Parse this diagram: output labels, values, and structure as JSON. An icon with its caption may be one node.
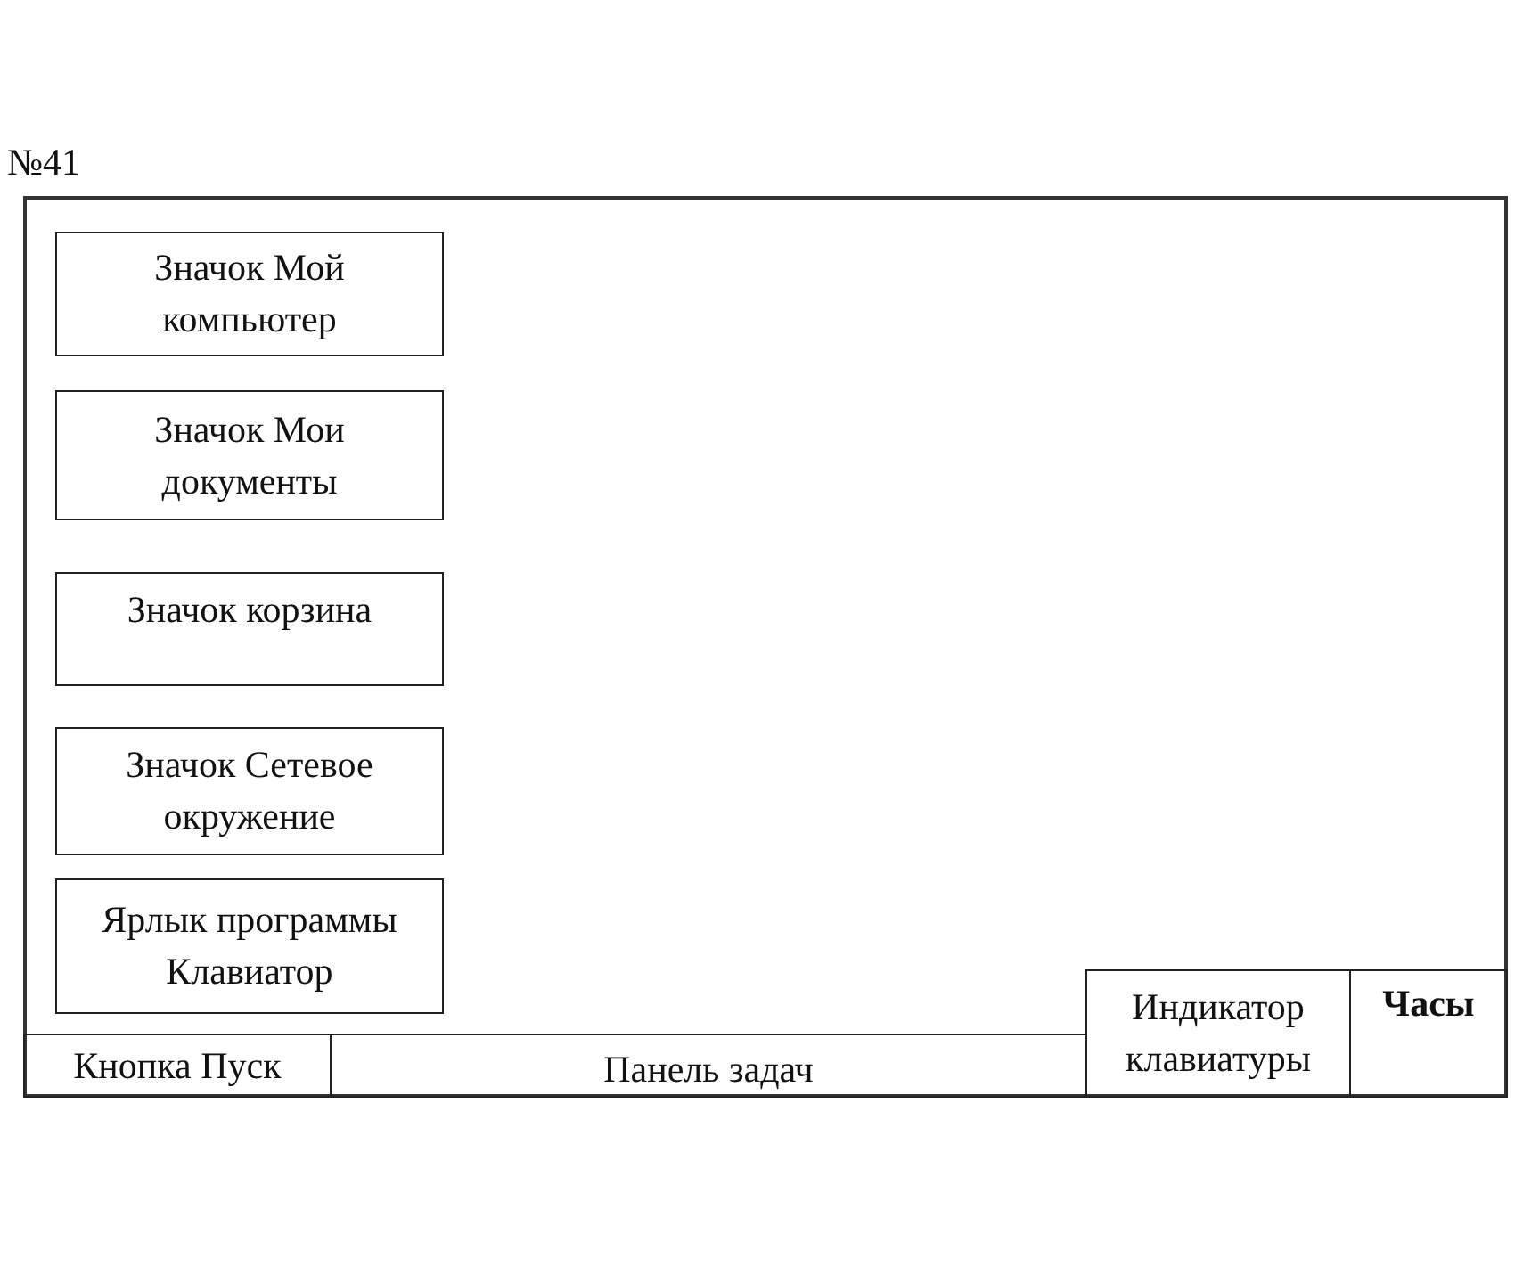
{
  "diagram": {
    "nodes": [
      {
        "text": [],
        "shape": "box"
      },
      {
        "text": [
          "Значок Мой компьютер"
        ],
        "in": 0
      },
      {
        "text": [
          "Значок Мои документы"
        ],
        "in": 0
      },
      {
        "text": [
          "Значок корзина"
        ],
        "in": 0
      },
      {
        "text": [
          "Значок Сетевое окружение"
        ],
        "in": 0
      },
      {
        "text": [
          "Ярлык программы Клавиатор"
        ],
        "in": 0
      },
      {
        "text": [
          "Кнопка Пуск"
        ],
        "in": 0
      },
      {
        "text": [
          "Панель задач"
        ],
        "in": 0
      },
      {
        "text": [
          "Индикатор клавиатуры"
        ],
        "in": 0
      },
      {
        "text": [
          "Часы"
        ],
        "in": 0
      }
    ],
    "labels": [
      "№41"
    ]
  }
}
